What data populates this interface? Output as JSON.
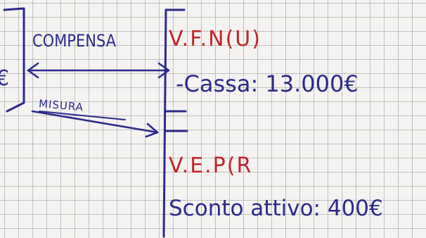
{
  "colors": {
    "paper": "#f4f3f1",
    "grid": "#969696",
    "ink_purple": "#2c2a8a",
    "ink_red": "#c4232b"
  },
  "left_edge": {
    "euro_fragment": "€"
  },
  "arrows": {
    "compensa_label": "COMPENSA",
    "misura_label": "MISURA"
  },
  "upper_block": {
    "title": "V.F.N(U)",
    "entry": "-Cassa: 13.000€"
  },
  "lower_block": {
    "title": "V.E.P(R",
    "entry": "Sconto attivo: 400€"
  }
}
